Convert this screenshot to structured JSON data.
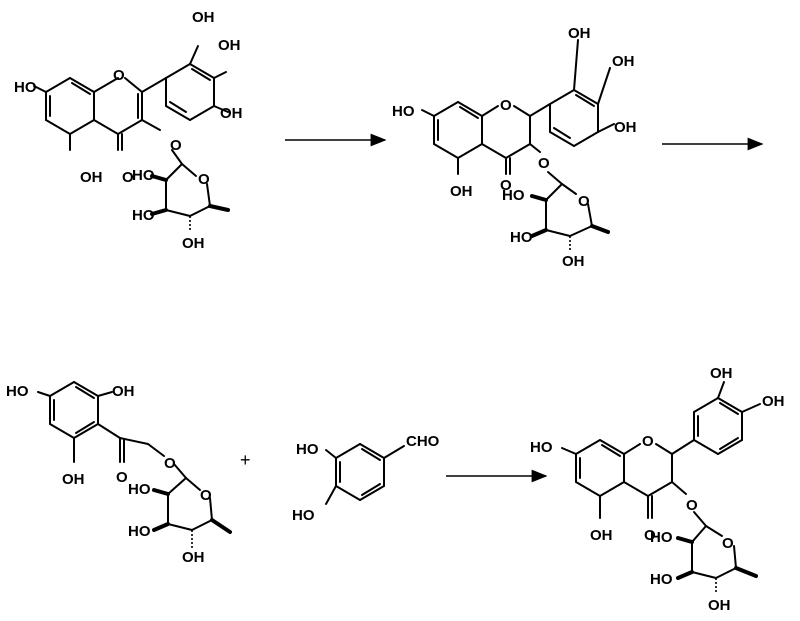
{
  "scheme": {
    "reaction1": {
      "reactant": {
        "labels": [
          "OH",
          "OH",
          "OH",
          "HO",
          "O",
          "O",
          "OH",
          "O",
          "O",
          "HO",
          "HO",
          "OH"
        ]
      },
      "product": {
        "labels": [
          "OH",
          "OH",
          "OH",
          "HO",
          "O",
          "OH",
          "O",
          "O",
          "O",
          "HO",
          "HO",
          "OH"
        ]
      }
    },
    "reaction2": {
      "reactant1": {
        "labels": [
          "HO",
          "OH",
          "OH",
          "O",
          "O",
          "O",
          "HO",
          "HO",
          "OH"
        ]
      },
      "plus": "+",
      "reactant2": {
        "labels": [
          "HO",
          "HO",
          "CHO"
        ]
      },
      "product": {
        "labels": [
          "OH",
          "OH",
          "HO",
          "O",
          "OH",
          "O",
          "O",
          "O",
          "HO",
          "HO",
          "OH"
        ]
      }
    }
  }
}
